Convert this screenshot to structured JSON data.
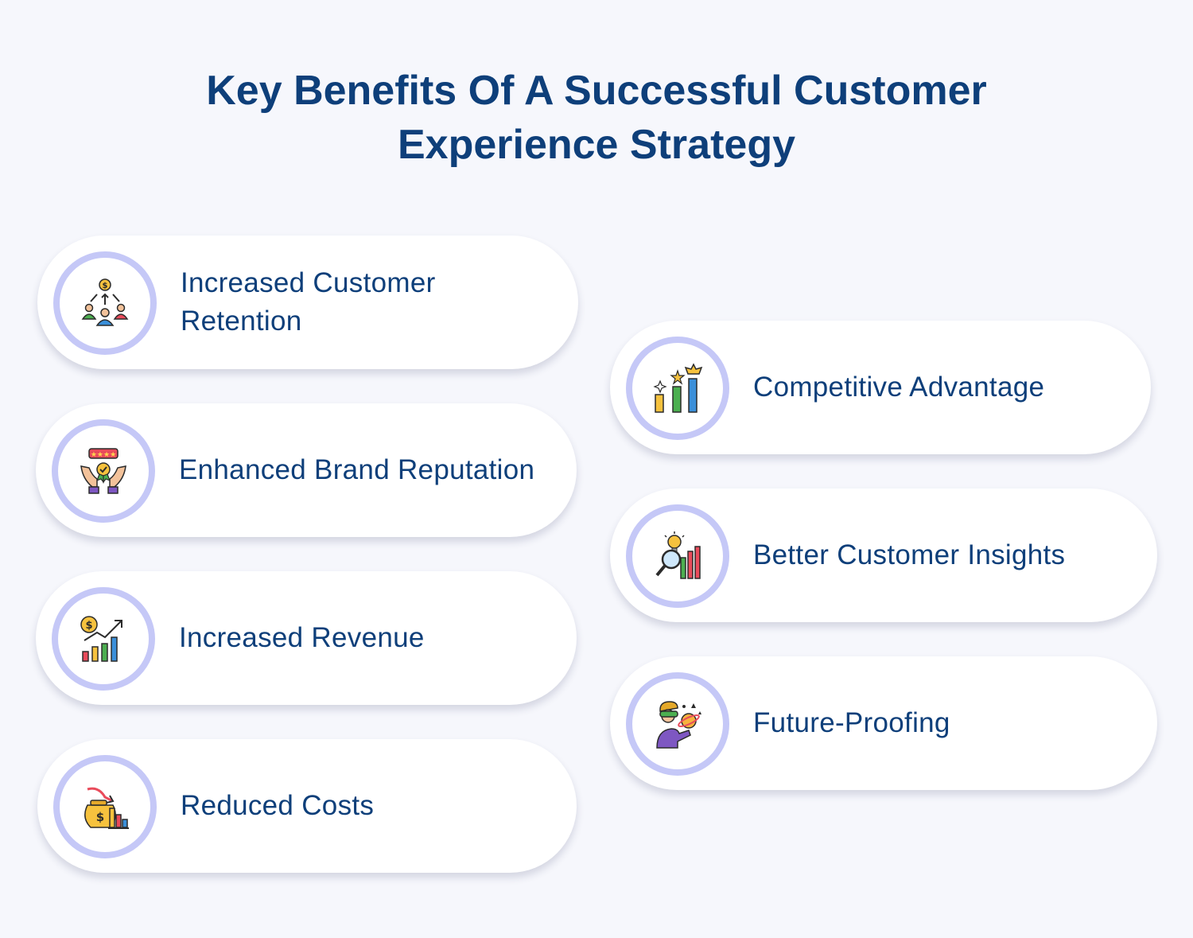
{
  "title": {
    "line1": "Key Benefits Of A Successful Customer",
    "line2": "Experience Strategy"
  },
  "colors": {
    "background": "#f6f7fc",
    "heading": "#0e3f7a",
    "ring": "#c5c8f7",
    "card": "#ffffff"
  },
  "benefits": [
    {
      "label": "Increased Customer Retention",
      "icon": "customer-retention-icon"
    },
    {
      "label": "Enhanced Brand Reputation",
      "icon": "brand-reputation-icon"
    },
    {
      "label": "Increased Revenue",
      "icon": "revenue-growth-icon"
    },
    {
      "label": "Reduced Costs",
      "icon": "reduced-costs-icon"
    },
    {
      "label": "Competitive Advantage",
      "icon": "competitive-advantage-icon"
    },
    {
      "label": "Better Customer Insights",
      "icon": "customer-insights-icon"
    },
    {
      "label": "Future-Proofing",
      "icon": "future-proofing-icon"
    }
  ]
}
